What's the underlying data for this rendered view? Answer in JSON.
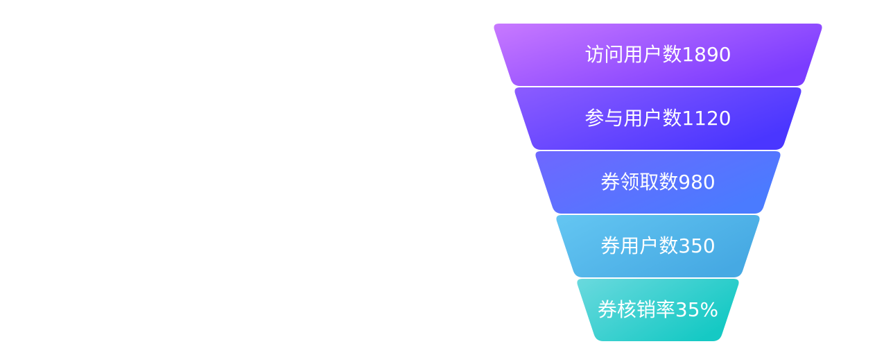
{
  "chart_data": {
    "type": "funnel",
    "stages": [
      {
        "label": "访问用户数1890",
        "value": 1890,
        "color_start": "#c879ff",
        "color_end": "#7b3cff"
      },
      {
        "label": "参与用户数1120",
        "value": 1120,
        "color_start": "#8c5cff",
        "color_end": "#4a36ff"
      },
      {
        "label": "券领取数980",
        "value": 980,
        "color_start": "#6f67ff",
        "color_end": "#4a7bff"
      },
      {
        "label": "券用户数350",
        "value": 350,
        "color_start": "#64c6f2",
        "color_end": "#46a9e3"
      },
      {
        "label": "券核销率35%",
        "value": 35,
        "color_start": "#6ad9de",
        "color_end": "#15c9c4"
      }
    ]
  }
}
